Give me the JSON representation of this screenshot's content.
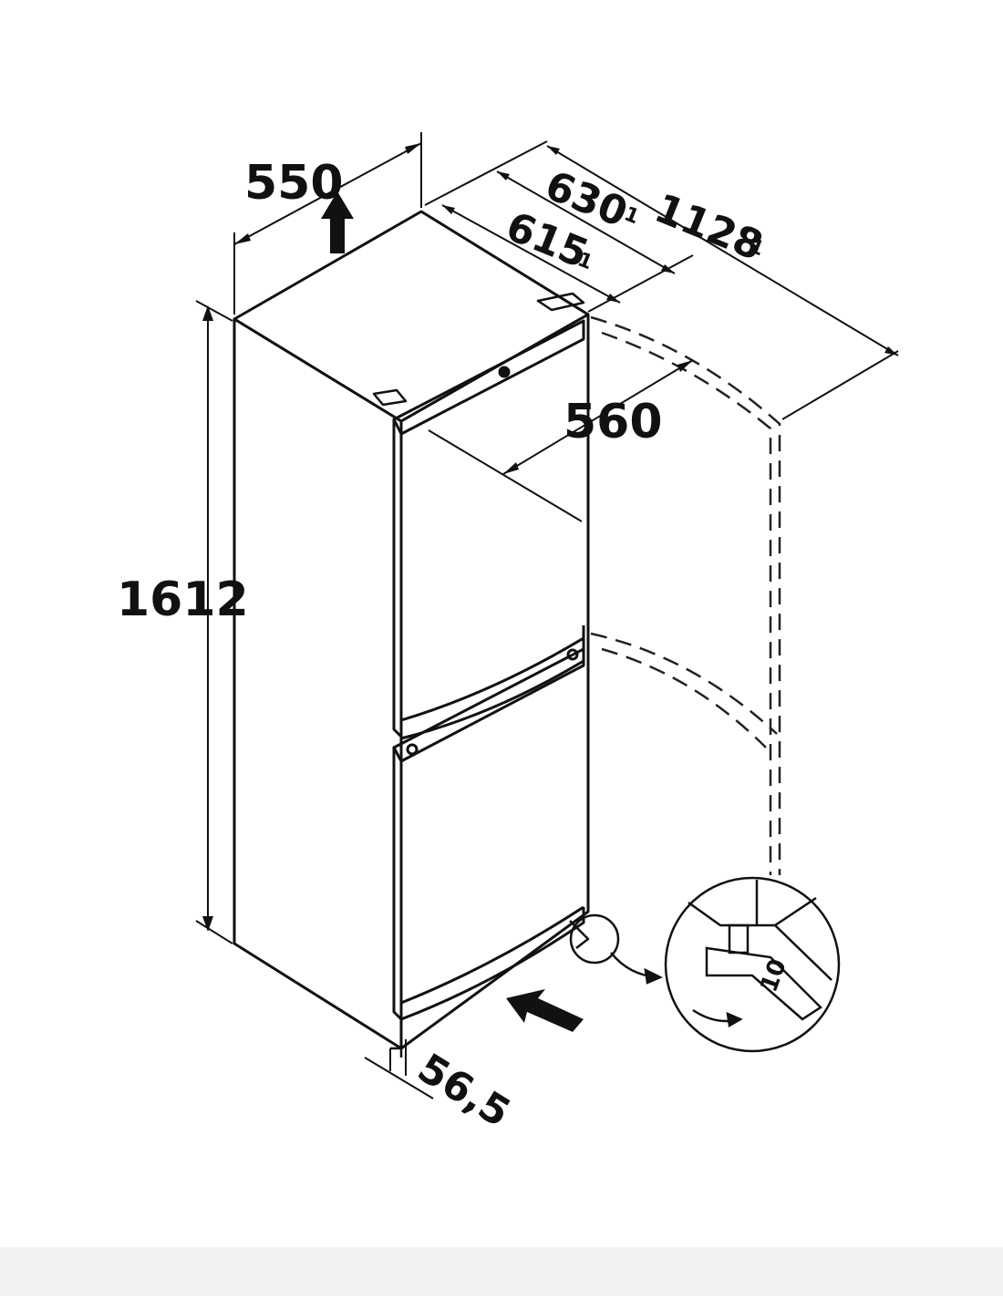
{
  "diagram": {
    "labels": {
      "width": "550",
      "height": "1612",
      "depth_630": "630",
      "depth_615": "615",
      "depth_1128": "1128",
      "door_560": "560",
      "base_56_5": "56,5",
      "footnote_mark": "1",
      "wrench_size": "10"
    },
    "colors": {
      "line": "#111111",
      "dashed": "#222222",
      "background": "#ffffff",
      "footer": "#f2f2f2"
    },
    "icons": [
      "up-arrow-icon",
      "insert-arrow-icon",
      "wrench-icon",
      "rotate-arrow-icon",
      "magnify-callout-icon"
    ]
  }
}
